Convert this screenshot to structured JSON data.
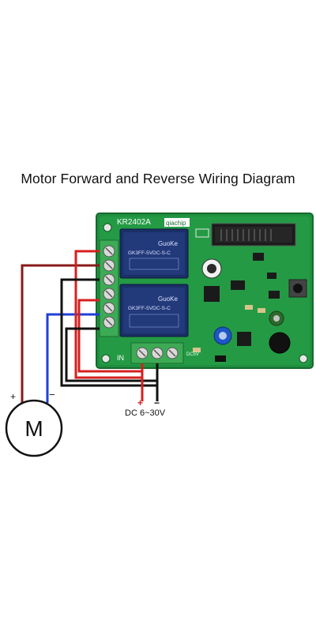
{
  "title": "Motor Forward and Reverse Wiring Diagram",
  "board": {
    "model": "KR2402A",
    "brand": "qiachip",
    "relay_line1": "GK3FF-5VDC-S-C",
    "relay_brand": "GuoKe",
    "input_label": "IN",
    "antenna_note": "DC5V"
  },
  "power": {
    "plus": "+",
    "minus": "−",
    "label": "DC 6~30V"
  },
  "motor": {
    "label": "M",
    "plus": "+",
    "minus": "−"
  },
  "colors": {
    "pcb": "#1f8f3f",
    "wire_red": "#d52020",
    "wire_black": "#111111",
    "wire_blue": "#1f3fd8",
    "wire_darkred": "#8a1a1a",
    "relay": "#1a2f66",
    "terminal": "#3daa55"
  }
}
